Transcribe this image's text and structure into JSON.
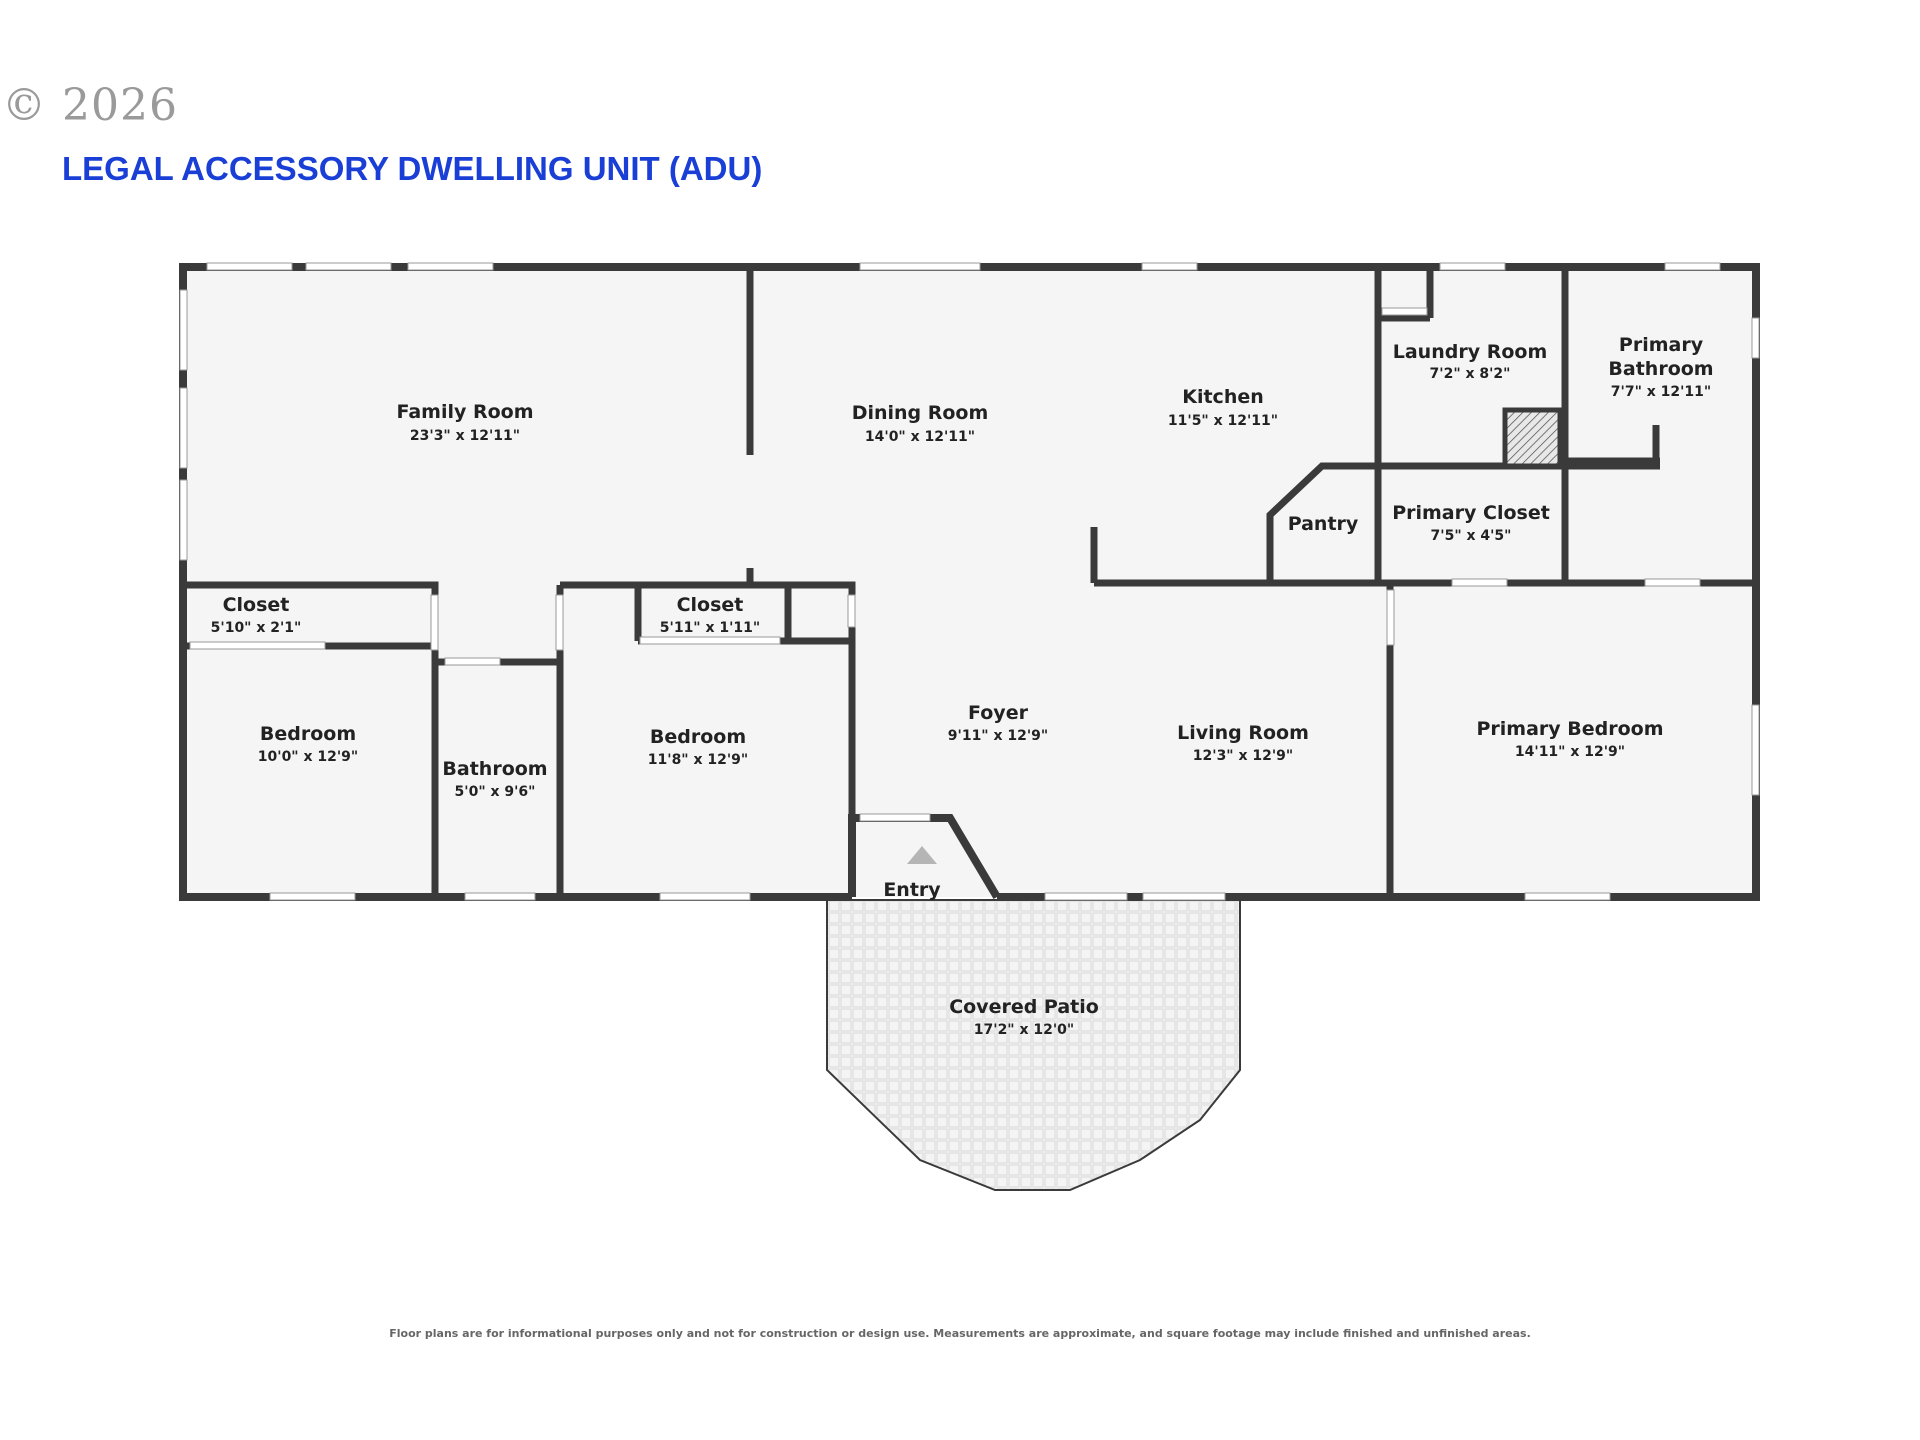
{
  "copyright": "© 2026",
  "title": "LEGAL ACCESSORY DWELLING UNIT (ADU)",
  "disclaimer": "Floor plans are for informational purposes only and not for construction or design use. Measurements are approximate, and square footage may include finished and unfinished areas.",
  "colors": {
    "wall": "#3a3a3a",
    "floor": "#f5f5f5",
    "title": "#1a3fd6",
    "window": "#ffffff"
  },
  "rooms": {
    "family_room": {
      "name": "Family Room",
      "dims": "23'3\" x 12'11\""
    },
    "dining_room": {
      "name": "Dining Room",
      "dims": "14'0\" x 12'11\""
    },
    "kitchen": {
      "name": "Kitchen",
      "dims": "11'5\" x 12'11\""
    },
    "laundry_room": {
      "name": "Laundry Room",
      "dims": "7'2\" x 8'2\""
    },
    "primary_bathroom": {
      "name_line1": "Primary",
      "name_line2": "Bathroom",
      "dims": "7'7\" x 12'11\""
    },
    "pantry": {
      "name": "Pantry"
    },
    "primary_closet": {
      "name": "Primary Closet",
      "dims": "7'5\" x 4'5\""
    },
    "closet_left": {
      "name": "Closet",
      "dims": "5'10\" x 2'1\""
    },
    "closet_mid": {
      "name": "Closet",
      "dims": "5'11\" x 1'11\""
    },
    "bedroom_left": {
      "name": "Bedroom",
      "dims": "10'0\" x 12'9\""
    },
    "bathroom": {
      "name": "Bathroom",
      "dims": "5'0\" x 9'6\""
    },
    "bedroom_mid": {
      "name": "Bedroom",
      "dims": "11'8\" x 12'9\""
    },
    "foyer": {
      "name": "Foyer",
      "dims": "9'11\" x 12'9\""
    },
    "living_room": {
      "name": "Living Room",
      "dims": "12'3\" x 12'9\""
    },
    "primary_bedroom": {
      "name": "Primary Bedroom",
      "dims": "14'11\" x 12'9\""
    },
    "entry": {
      "name": "Entry"
    },
    "covered_patio": {
      "name": "Covered Patio",
      "dims": "17'2\" x 12'0\""
    }
  }
}
